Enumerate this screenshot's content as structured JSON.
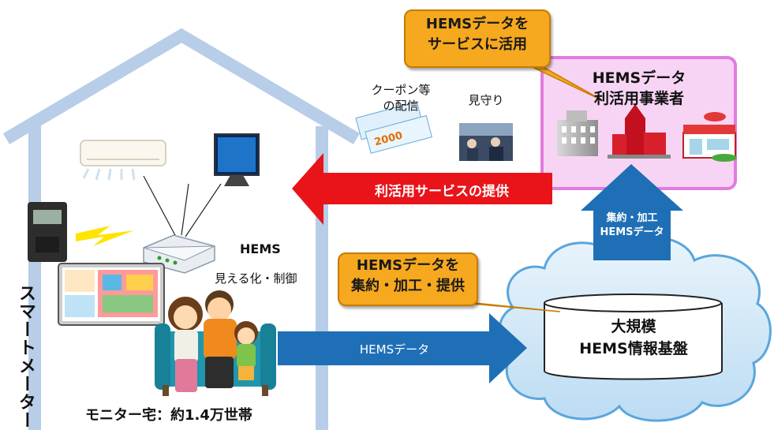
{
  "callouts": {
    "service_use": [
      "HEMSデータを",
      "サービスに活用"
    ],
    "aggregate": [
      "HEMSデータを",
      "集約・加工・提供"
    ]
  },
  "operator_box": {
    "title_line1": "HEMSデータ",
    "title_line2": "利活用事業者"
  },
  "services": {
    "coupon_line1": "クーポン等",
    "coupon_line2": "の配信",
    "watch": "見守り"
  },
  "arrows": {
    "provide_service": "利活用サービスの提供",
    "aggregated_line1": "集約・加工",
    "aggregated_line2": "HEMSデータ",
    "hems_data": "HEMSデータ"
  },
  "home": {
    "hems_label": "HEMS",
    "hems_sub": "見える化・制御",
    "monitor_household": "モニター宅：約1.4万世帯",
    "smart_meter": "スマートメーター"
  },
  "platform": {
    "line1": "大規模",
    "line2": "HEMS情報基盤"
  },
  "colors": {
    "red_arrow": "#e8141a",
    "blue_arrow": "#1f6fb6",
    "callout": "#f6a81e",
    "operator_bg": "#f8d4f4",
    "house": "#b7cde8"
  }
}
